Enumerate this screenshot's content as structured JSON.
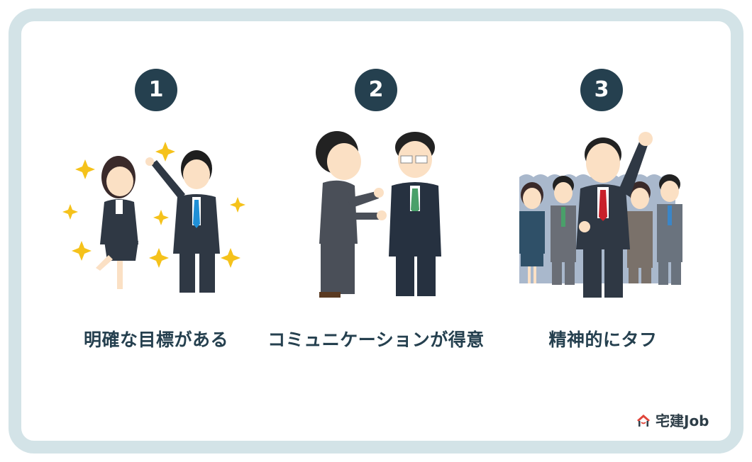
{
  "colors": {
    "frame": "#d3e3e7",
    "badge_bg": "#25404f",
    "badge_text": "#ffffff",
    "caption_text": "#25404f",
    "logo_roof": "#e0453a",
    "logo_text": "#2e3e48"
  },
  "items": [
    {
      "number": "1",
      "caption": "明確な目標がある",
      "illustration": "two-businesspeople-confident-sparkles"
    },
    {
      "number": "2",
      "caption": "コミュニケーションが得意",
      "illustration": "two-businessmen-talking"
    },
    {
      "number": "3",
      "caption": "精神的にタフ",
      "illustration": "leader-fist-raised-with-team"
    }
  ],
  "logo": {
    "icon": "house-smile-icon",
    "text": "宅建Job"
  }
}
